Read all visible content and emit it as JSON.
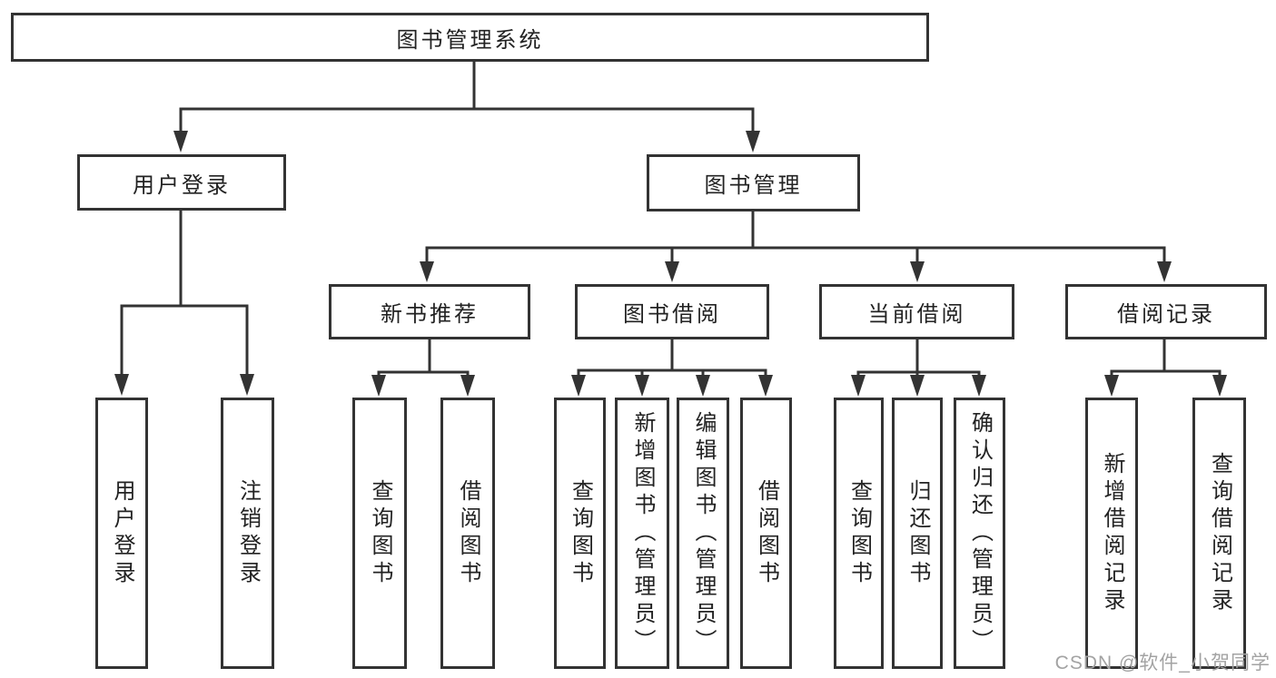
{
  "diagram": {
    "root": {
      "label": "图书管理系统"
    },
    "level2": [
      {
        "label": "用户登录"
      },
      {
        "label": "图书管理"
      }
    ],
    "level3": [
      {
        "label": "新书推荐"
      },
      {
        "label": "图书借阅"
      },
      {
        "label": "当前借阅"
      },
      {
        "label": "借阅记录"
      }
    ],
    "leaves": {
      "user_login": [
        {
          "label": "用户登录"
        },
        {
          "label": "注销登录"
        }
      ],
      "new_books": [
        {
          "label": "查询图书"
        },
        {
          "label": "借阅图书"
        }
      ],
      "book_borrow": [
        {
          "label": "查询图书"
        },
        {
          "label": "新增图书（管理员）"
        },
        {
          "label": "编辑图书（管理员）"
        },
        {
          "label": "借阅图书"
        }
      ],
      "current_borrow": [
        {
          "label": "查询图书"
        },
        {
          "label": "归还图书"
        },
        {
          "label": "确认归还（管理员）"
        }
      ],
      "borrow_records": [
        {
          "label": "新增借阅记录"
        },
        {
          "label": "查询借阅记录"
        }
      ]
    },
    "watermark": "CSDN @软件_小贺同学",
    "colors": {
      "line": "#333333",
      "text": "#222222",
      "watermark": "#a3a3a3",
      "background": "#ffffff"
    }
  }
}
